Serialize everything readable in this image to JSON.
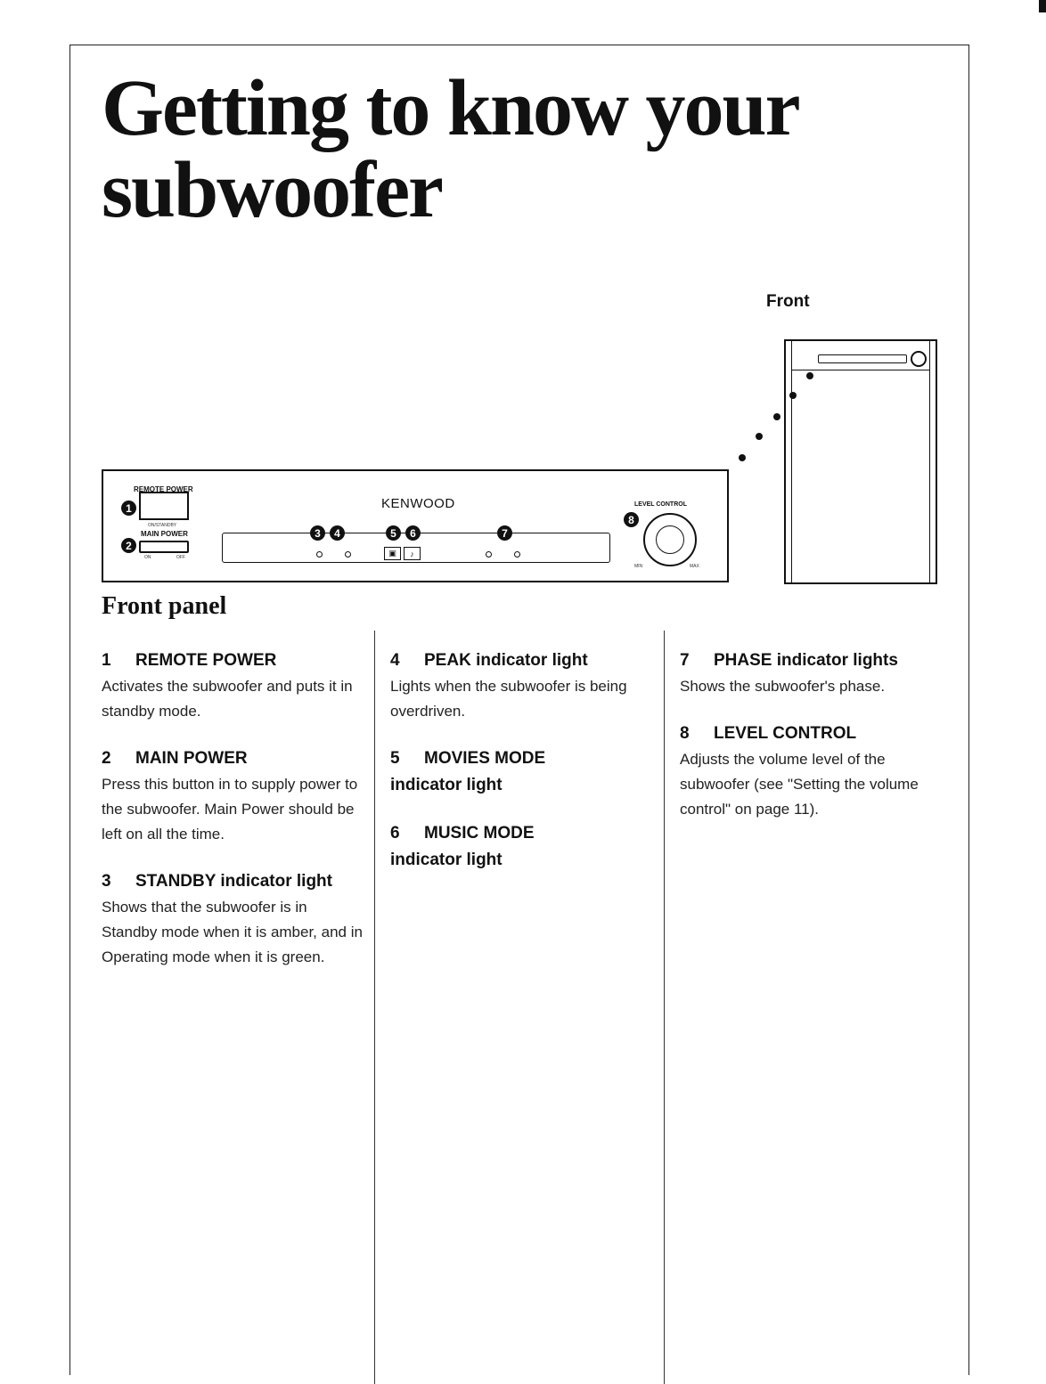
{
  "title": {
    "line1": "Getting to know your",
    "line2": "subwoofer"
  },
  "diagram": {
    "front_label": "Front",
    "brand": "KENWOOD",
    "remote_power_label": "REMOTE POWER",
    "on_standby_label": "ON/STANDBY",
    "main_power_label": "MAIN POWER",
    "on_label": "ON",
    "off_label": "OFF",
    "level_control_label": "LEVEL CONTROL",
    "min_label": "MIN",
    "max_label": "MAX",
    "callouts": [
      "1",
      "2",
      "3",
      "4",
      "5",
      "6",
      "7",
      "8"
    ]
  },
  "section_title": "Front panel",
  "items": [
    {
      "num": "1",
      "head": "REMOTE POWER",
      "head_rest": "",
      "head_line2": "",
      "body": "Activates the subwoofer and puts it in standby mode."
    },
    {
      "num": "2",
      "head": "MAIN POWER",
      "head_rest": "",
      "head_line2": "",
      "body": "Press this button in to supply power to the subwoofer. Main Power should be left on all the time."
    },
    {
      "num": "3",
      "head": "STANDBY",
      "head_rest": "indicator light",
      "head_line2": "",
      "body": "Shows that the subwoofer is in Standby mode when it is amber, and in Operating mode when it is green."
    },
    {
      "num": "4",
      "head": "PEAK",
      "head_rest": "indicator light",
      "head_line2": "",
      "body": "Lights when the subwoofer is being overdriven."
    },
    {
      "num": "5",
      "head": "MOVIES MODE",
      "head_rest": "",
      "head_line2": "indicator light",
      "body": ""
    },
    {
      "num": "6",
      "head": "MUSIC MODE",
      "head_rest": "",
      "head_line2": "indicator light",
      "body": ""
    },
    {
      "num": "7",
      "head": "PHASE",
      "head_rest": "indicator lights",
      "head_line2": "",
      "body": "Shows the subwoofer's phase."
    },
    {
      "num": "8",
      "head": "LEVEL CONTROL",
      "head_rest": "",
      "head_line2": "",
      "body": "Adjusts the volume level of the subwoofer (see \"Setting the volume control\" on page 11)."
    }
  ]
}
